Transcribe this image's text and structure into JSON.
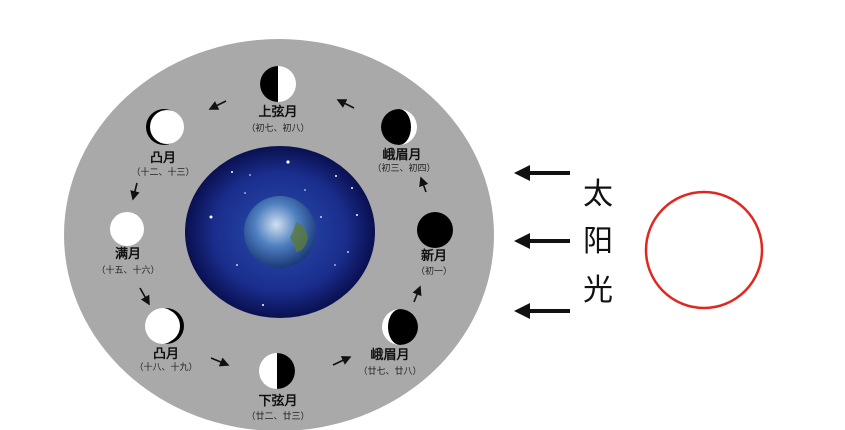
{
  "phases": [
    {
      "id": "first-quarter",
      "name": "上弦月",
      "days": "（初七、初八）"
    },
    {
      "id": "waxing-crescent",
      "name": "峨眉月",
      "days": "（初三、初四）"
    },
    {
      "id": "new-moon",
      "name": "新月",
      "days": "（初一）"
    },
    {
      "id": "waning-crescent",
      "name": "峨眉月",
      "days": "（廿七、廿八）"
    },
    {
      "id": "last-quarter",
      "name": "下弦月",
      "days": "（廿二、廿三）"
    },
    {
      "id": "waning-gibbous",
      "name": "凸月",
      "days": "（十八、十九）"
    },
    {
      "id": "full-moon",
      "name": "满月",
      "days": "（十五、十六）"
    },
    {
      "id": "waxing-gibbous",
      "name": "凸月",
      "days": "（十二、十三）"
    }
  ],
  "sunlight": {
    "chars": [
      "太",
      "阳",
      "光"
    ]
  },
  "colors": {
    "orbit": "#a9a9a9",
    "space": "#14207a",
    "sun_outline": "#e0281e",
    "moon_dark": "#000000",
    "moon_lit": "#ffffff"
  }
}
